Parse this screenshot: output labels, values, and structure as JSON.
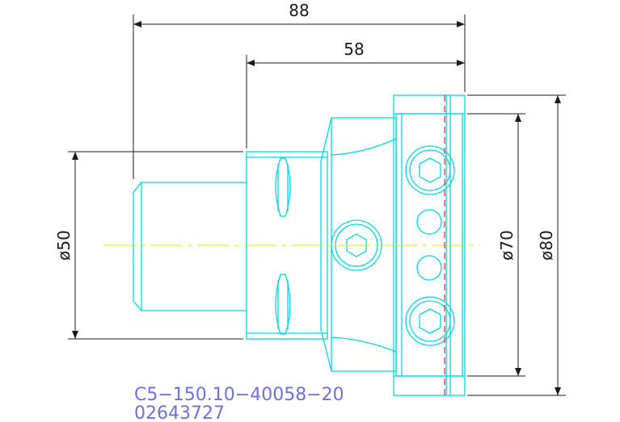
{
  "dimensions": {
    "overall_length": "88",
    "flange_offset": "58",
    "shank_diameter": "ø50",
    "pilot_diameter": "ø70",
    "flange_diameter": "ø80"
  },
  "part": {
    "code": "C5−150.10−40058−20",
    "number": "02643727"
  },
  "colors": {
    "outline": "#00d8e8",
    "dimension": "#1a1a1a",
    "centerline": "#e8e800",
    "hidden_line": "#e03030",
    "part_text": "#6f6fe0",
    "background": "#ffffff"
  },
  "icons": {
    "hex_socket": "hex-socket-screw-icon",
    "ball_detent": "ball-icon"
  }
}
